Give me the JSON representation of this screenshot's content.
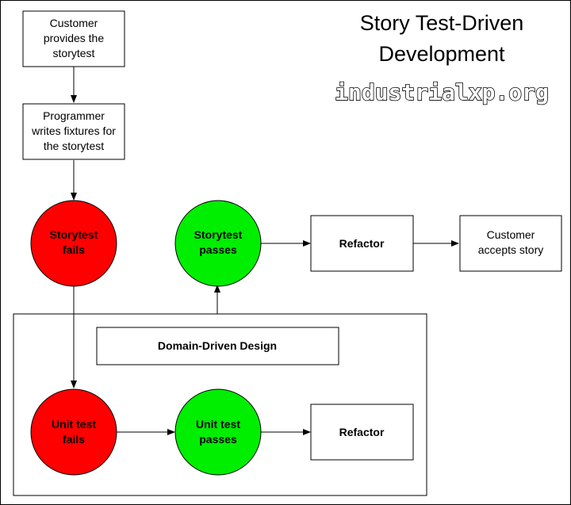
{
  "title": {
    "line1": "Story Test-Driven",
    "line2": "Development"
  },
  "watermark": "industrialxp.org",
  "nodes": {
    "customer_provides": {
      "lines": [
        "Customer",
        "provides the",
        "storytest"
      ]
    },
    "programmer_writes": {
      "lines": [
        "Programmer",
        "writes fixtures for",
        "the storytest"
      ]
    },
    "storytest_fails": {
      "lines": [
        "Storytest",
        "fails"
      ],
      "color": "#ff0000"
    },
    "storytest_passes": {
      "lines": [
        "Storytest",
        "passes"
      ],
      "color": "#00ee00"
    },
    "refactor_top": {
      "label": "Refactor"
    },
    "customer_accepts": {
      "lines": [
        "Customer",
        "accepts story"
      ]
    },
    "domain_driven": {
      "label": "Domain-Driven Design"
    },
    "unit_test_fails": {
      "lines": [
        "Unit test",
        "fails"
      ],
      "color": "#ff0000"
    },
    "unit_test_passes": {
      "lines": [
        "Unit test",
        "passes"
      ],
      "color": "#00ee00"
    },
    "refactor_bottom": {
      "label": "Refactor"
    }
  },
  "colors": {
    "fail": "#ff0000",
    "pass": "#00ee00",
    "stroke": "#000000"
  }
}
